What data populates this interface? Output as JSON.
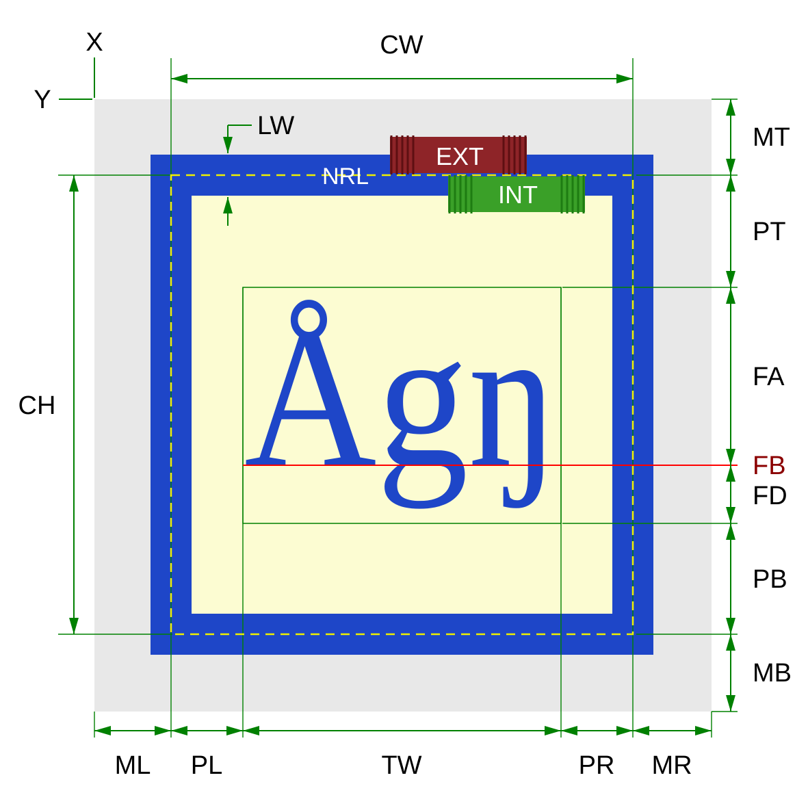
{
  "diagram": {
    "sample_text": "Ågŋ"
  },
  "labels": {
    "x": "X",
    "y": "Y",
    "cw": "CW",
    "ch": "CH",
    "lw": "LW",
    "nrl": "NRL",
    "ext": "EXT",
    "int": "INT",
    "mt": "MT",
    "pt": "PT",
    "fa": "FA",
    "fb": "FB",
    "fd": "FD",
    "pb": "PB",
    "mb": "MB",
    "ml": "ML",
    "pl": "PL",
    "tw": "TW",
    "pr": "PR",
    "mr": "MR"
  },
  "colors": {
    "margin_bg": "#e8e8e8",
    "border_blue": "#1e46c8",
    "padding_bg": "#fcfcd2",
    "dimension_green": "#008000",
    "nrl_dash": "#eef000",
    "baseline_red": "#ff0000",
    "fb_label_red": "#8b0000",
    "glyph_blue": "#1e46c8",
    "ext_fill": "#8e2428",
    "ext_stripe": "#5e0f12",
    "int_fill": "#3aa028",
    "int_stripe": "#1e7c12"
  }
}
